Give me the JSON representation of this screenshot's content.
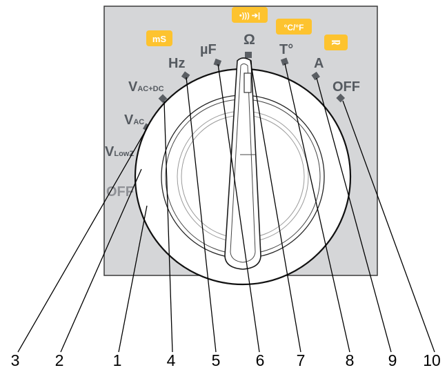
{
  "colors": {
    "panel": "#d5d6d8",
    "panel_border": "#3a3a3a",
    "label_gray": "#555a60",
    "tag_yellow": "#fdc32f",
    "dial_face": "#ffffff",
    "dial_line": "#111111"
  },
  "dial_labels": {
    "off_left": "OFF",
    "v_low_z": {
      "main": "V",
      "sub": "LowZ"
    },
    "v_ac": {
      "main": "V",
      "sub": "AC"
    },
    "v_ac_dc": {
      "main": "V",
      "sub": "AC+DC"
    },
    "hz": "Hz",
    "uf": "µF",
    "ohm": "Ω",
    "temp": "T°",
    "amps": "A",
    "off_right": "OFF"
  },
  "tags": {
    "ms": "mS",
    "continuity_diode": "•))) ➔|",
    "temp_unit": "°C/°F",
    "ac_dc": "≂"
  },
  "callouts": [
    "3",
    "2",
    "1",
    "4",
    "5",
    "6",
    "7",
    "8",
    "9",
    "10"
  ]
}
